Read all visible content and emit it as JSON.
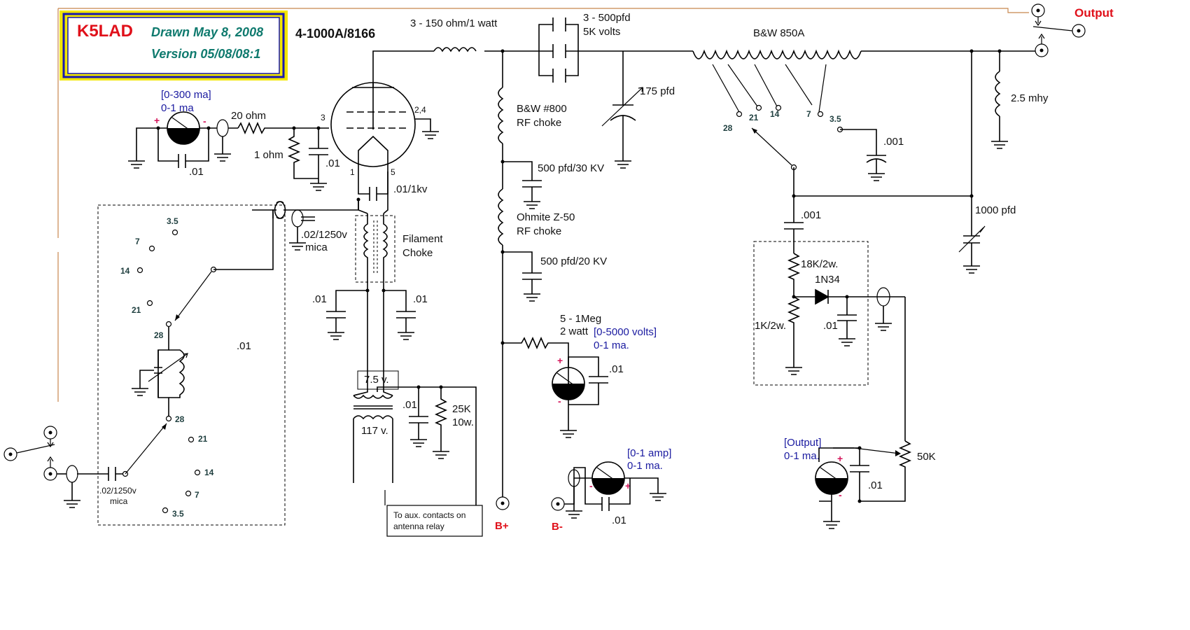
{
  "title_box": {
    "call": "K5LAD",
    "drawn": "Drawn May 8, 2008",
    "version": "Version 05/08/08:1",
    "tube": "4-1000A/8166"
  },
  "labels": {
    "output": "Output",
    "b_plus": "B+",
    "b_minus": "B-",
    "plate_res": "3 - 150 ohm/1 watt",
    "coup_cap_1": "3 - 500pfd",
    "coup_cap_2": "5K volts",
    "tank_coil": "B&W 850A",
    "tune_cap": "175 pfd",
    "choke1_1": "B&W #800",
    "choke1_2": "RF choke",
    "cap_30kv": "500 pfd/30 KV",
    "choke2_1": "Ohmite Z-50",
    "choke2_2": "RF choke",
    "cap_20kv": "500 pfd/20 KV",
    "hv_res_1": "5 - 1Meg",
    "hv_res_2": "2 watt",
    "hv_meter_1": "[0-5000 volts]",
    "hv_meter_2": "0-1 ma.",
    "hv_cap": ".01",
    "grid_meter_1": "[0-300 ma]",
    "grid_meter_2": "0-1 ma",
    "grid_meter_cap": ".01",
    "res_20": "20 ohm",
    "res_1": "1 ohm",
    "grid_cap": ".01",
    "pin_3": "3",
    "pin_24": "2,4",
    "pin_1": "1",
    "pin_5": "5",
    "fil_cap": ".01/1kv",
    "fil_choke_1": "Filament",
    "fil_choke_2": "Choke",
    "in_cap_1": ".02/1250v",
    "in_cap_2": "mica",
    "fil_bypass_l": ".01",
    "fil_bypass_r": ".01",
    "xfmr_sec": "7.5 v.",
    "xfmr_pri": "117 v.",
    "xfmr_cap": ".01",
    "bleed_1": "25K",
    "bleed_2": "10w.",
    "aux_1": "To aux. contacts on",
    "aux_2": "antenna relay",
    "amp_meter_1": "[0-1 amp]",
    "amp_meter_2": "0-1 ma.",
    "amp_meter_cap": ".01",
    "in_box_cap": ".01",
    "in_cap_b_1": ".02/1250v",
    "in_cap_b_2": "mica",
    "out_choke": "2.5 mhy",
    "load_cap": "1000 pfd",
    "tap_cap": ".001",
    "samp_cap": ".001",
    "r18k": "18K/2w.",
    "r1k": "1K/2w.",
    "diode": "1N34",
    "det_cap": ".01",
    "pot": "50K",
    "out_meter_1": "[Output]",
    "out_meter_2": "0-1 ma.",
    "out_meter_cap": ".01"
  },
  "bands": {
    "tank": [
      "28",
      "21",
      "14",
      "7",
      "3.5"
    ],
    "input_top": [
      "3.5",
      "7",
      "14",
      "21",
      "28"
    ],
    "input_bottom": [
      "28",
      "21",
      "14",
      "7",
      "3.5"
    ]
  },
  "colors": {
    "accent_red": "#e0101a",
    "teal": "#0f7a6e",
    "meter_blue": "#1a1aa0",
    "frame_yellow": "#f2e600",
    "frame_blue": "#1818b0"
  }
}
